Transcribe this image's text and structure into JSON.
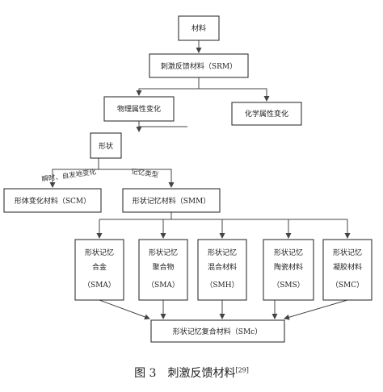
{
  "nodes": {
    "material": "材料",
    "srm": "刺激反馈材料（SRM）",
    "physical": "物理属性变化",
    "chemical": "化学属性变化",
    "shape": "形状",
    "scm": "形体变化材料（SCM）",
    "smm": "形状记忆材料（SMM）",
    "sma_alloy": [
      "形状记忆",
      "合金",
      "（SMA）"
    ],
    "sma_polymer": [
      "形状记忆",
      "聚合物",
      "（SMA）"
    ],
    "smh": [
      "形状记忆",
      "混合材料",
      "（SMH）"
    ],
    "sms": [
      "形状记忆",
      "陶瓷材料",
      "（SMS）"
    ],
    "smc": [
      "形状记忆",
      "凝胶材料",
      "（SMC）"
    ],
    "smc_composite": "形状记忆复合材料（SMc）"
  },
  "edge_labels": {
    "instant": "瞬时、自发地变化",
    "memory_type": "记忆类型"
  },
  "caption": {
    "text": "图 3　刺激反馈材料",
    "ref": "[29]"
  }
}
